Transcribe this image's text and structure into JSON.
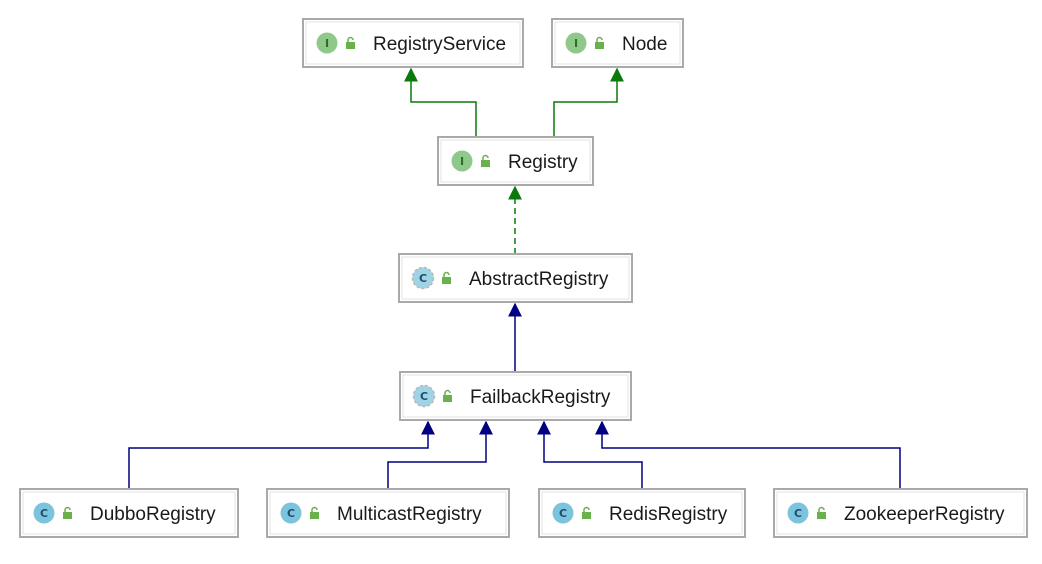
{
  "colors": {
    "interface_badge": "#8fc98a",
    "interface_letter": "#2f6b2a",
    "class_badge": "#7cc4dd",
    "class_letter": "#1e4f6a",
    "abstract_badge": "#9fd3e6",
    "lock": "#6ab04c",
    "implements_edge": "#0a7a0a",
    "extends_edge": "#000080",
    "box_border": "#a9a9a9"
  },
  "nodes": [
    {
      "id": "registryservice",
      "label": "RegistryService",
      "kind": "interface",
      "badge": "I"
    },
    {
      "id": "node",
      "label": "Node",
      "kind": "interface",
      "badge": "I"
    },
    {
      "id": "registry",
      "label": "Registry",
      "kind": "interface",
      "badge": "I"
    },
    {
      "id": "abstractregistry",
      "label": "AbstractRegistry",
      "kind": "abstract",
      "badge": "C"
    },
    {
      "id": "failbackregistry",
      "label": "FailbackRegistry",
      "kind": "abstract",
      "badge": "C"
    },
    {
      "id": "dubboregistry",
      "label": "DubboRegistry",
      "kind": "class",
      "badge": "C"
    },
    {
      "id": "multicastregistry",
      "label": "MulticastRegistry",
      "kind": "class",
      "badge": "C"
    },
    {
      "id": "redisregistry",
      "label": "RedisRegistry",
      "kind": "class",
      "badge": "C"
    },
    {
      "id": "zookeeperregistry",
      "label": "ZookeeperRegistry",
      "kind": "class",
      "badge": "C"
    }
  ],
  "edges": [
    {
      "from": "registry",
      "to": "registryservice",
      "type": "interface-extends"
    },
    {
      "from": "registry",
      "to": "node",
      "type": "interface-extends"
    },
    {
      "from": "abstractregistry",
      "to": "registry",
      "type": "implements"
    },
    {
      "from": "failbackregistry",
      "to": "abstractregistry",
      "type": "extends"
    },
    {
      "from": "dubboregistry",
      "to": "failbackregistry",
      "type": "extends"
    },
    {
      "from": "multicastregistry",
      "to": "failbackregistry",
      "type": "extends"
    },
    {
      "from": "redisregistry",
      "to": "failbackregistry",
      "type": "extends"
    },
    {
      "from": "zookeeperregistry",
      "to": "failbackregistry",
      "type": "extends"
    }
  ]
}
